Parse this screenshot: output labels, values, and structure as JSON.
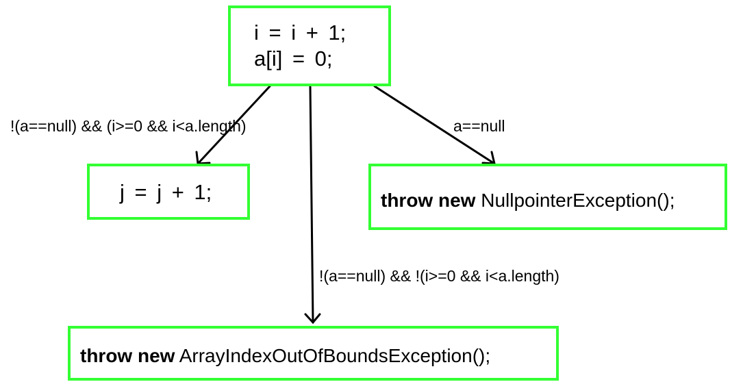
{
  "nodes": {
    "top": {
      "line1": "i = i + 1;",
      "line2": "a[i] = 0;"
    },
    "normal": {
      "code": "j = j + 1;"
    },
    "null_exc": {
      "keyword": "throw new",
      "call": "NullpointerException();"
    },
    "index_exc": {
      "keyword": "throw new",
      "call": "ArrayIndexOutOfBoundsException();"
    }
  },
  "edges": {
    "to_normal": "!(a==null) && (i>=0 && i<a.length)",
    "to_null": "a==null",
    "to_index": "!(a==null) && !(i>=0 && i<a.length)"
  },
  "colors": {
    "node_border": "#33ff33",
    "edge": "#000000"
  }
}
